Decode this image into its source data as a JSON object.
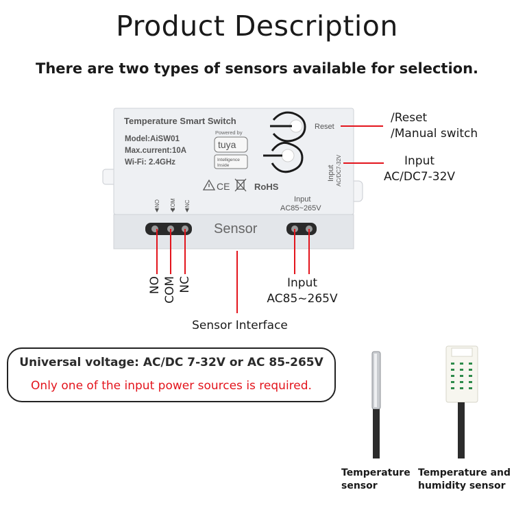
{
  "header": {
    "title": "Product Description",
    "subtitle": "There are two types of sensors available for selection."
  },
  "device": {
    "name": "Temperature Smart Switch",
    "model": "Model:AiSW01",
    "max_current": "Max.current:10A",
    "wifi": "Wi-Fi: 2.4GHz",
    "powered_by": "Powered by",
    "brand": "tuya",
    "intelligence": "Intelligence",
    "inside": "Inside",
    "reset_label": "Reset",
    "dc_input_vertical_1": "Input",
    "dc_input_vertical_2": "AC/DC7-32V",
    "certifications": "RoHS",
    "term_no": "NO",
    "term_com": "COM",
    "term_nc": "NC",
    "ac_input_label": "Input",
    "ac_input_range": "AC85~265V",
    "sensor_port": "Sensor"
  },
  "callouts": {
    "reset_line1": "/Reset",
    "reset_line2": "/Manual switch",
    "dc_input_line1": "Input",
    "dc_input_line2": "AC/DC7-32V",
    "relay_no": "NO",
    "relay_com": "COM",
    "relay_nc": "NC",
    "ac_input_line1": "Input",
    "ac_input_line2": "AC85~265V",
    "sensor_interface": "Sensor Interface"
  },
  "notice": {
    "line1": "Universal voltage: AC/DC 7-32V or AC 85-265V",
    "line2": "Only one of the input power sources is required."
  },
  "sensors": {
    "temperature_caption_1": "Temperature",
    "temperature_caption_2": "sensor",
    "humidity_caption_1": "Temperature and",
    "humidity_caption_2": "humidity sensor"
  },
  "colors": {
    "callout_line": "#e3141c",
    "warning_text": "#e3141c",
    "device_body": "#eceef1",
    "device_text": "#555555"
  }
}
